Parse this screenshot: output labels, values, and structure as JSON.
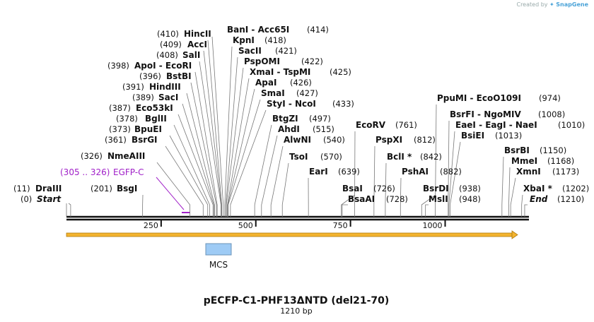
{
  "credit": {
    "prefix": "Created by",
    "brand": "SnapGene"
  },
  "map": {
    "title": "pECFP-C1-PHF13ΔNTD (del21-70)",
    "size_label": "1210 bp",
    "length": 1210,
    "ruler_ticks": [
      {
        "value": 250,
        "label": "250"
      },
      {
        "value": 500,
        "label": "500"
      },
      {
        "value": 750,
        "label": "750"
      },
      {
        "value": 1000,
        "label": "1000"
      }
    ],
    "features": [
      {
        "name": "EGFP-C",
        "range": "(305 .. 326)",
        "start": 305,
        "end": 326,
        "color": "#a020c8"
      },
      {
        "name": "MCS",
        "color": "#9ecbf5"
      },
      {
        "name": "orf-arrow",
        "start": 1,
        "end": 1190,
        "color": "#f3b42f"
      }
    ],
    "sites": [
      {
        "name": "DraIII",
        "pos": "(11)",
        "at": 11
      },
      {
        "name": "Start",
        "pos": "(0)",
        "at": 0,
        "italic": true
      },
      {
        "name": "BsgI",
        "pos": "(201)",
        "at": 201
      },
      {
        "name": "NmeAIII",
        "pos": "(326)",
        "at": 326
      },
      {
        "name": "BsrGI",
        "pos": "(361)",
        "at": 361
      },
      {
        "name": "BpuEI",
        "pos": "(373)",
        "at": 373
      },
      {
        "name": "BglII",
        "pos": "(378)",
        "at": 378
      },
      {
        "name": "Eco53kI",
        "pos": "(387)",
        "at": 387
      },
      {
        "name": "SacI",
        "pos": "(389)",
        "at": 389
      },
      {
        "name": "HindIII",
        "pos": "(391)",
        "at": 391
      },
      {
        "name": "BstBI",
        "pos": "(396)",
        "at": 396
      },
      {
        "name": "ApoI - EcoRI",
        "pos": "(398)",
        "at": 398
      },
      {
        "name": "SalI",
        "pos": "(408)",
        "at": 408
      },
      {
        "name": "AccI",
        "pos": "(409)",
        "at": 409
      },
      {
        "name": "HincII",
        "pos": "(410)",
        "at": 410
      },
      {
        "name": "BanI - Acc65I",
        "pos": "(414)",
        "at": 414
      },
      {
        "name": "KpnI",
        "pos": "(418)",
        "at": 418
      },
      {
        "name": "SacII",
        "pos": "(421)",
        "at": 421
      },
      {
        "name": "PspOMI",
        "pos": "(422)",
        "at": 422
      },
      {
        "name": "XmaI - TspMI",
        "pos": "(425)",
        "at": 425
      },
      {
        "name": "ApaI",
        "pos": "(426)",
        "at": 426
      },
      {
        "name": "SmaI",
        "pos": "(427)",
        "at": 427
      },
      {
        "name": "StyI - NcoI",
        "pos": "(433)",
        "at": 433
      },
      {
        "name": "BtgZI",
        "pos": "(497)",
        "at": 497
      },
      {
        "name": "AhdI",
        "pos": "(515)",
        "at": 515
      },
      {
        "name": "AlwNI",
        "pos": "(540)",
        "at": 540
      },
      {
        "name": "TsoI",
        "pos": "(570)",
        "at": 570
      },
      {
        "name": "EarI",
        "pos": "(639)",
        "at": 639
      },
      {
        "name": "BsaI",
        "pos": "(726)",
        "at": 726
      },
      {
        "name": "BsaAI",
        "pos": "(728)",
        "at": 728
      },
      {
        "name": "EcoRV",
        "pos": "(761)",
        "at": 761
      },
      {
        "name": "PspXI",
        "pos": "(812)",
        "at": 812
      },
      {
        "name": "BclI *",
        "pos": "(842)",
        "at": 842
      },
      {
        "name": "PshAI",
        "pos": "(882)",
        "at": 882
      },
      {
        "name": "BsrDI",
        "pos": "(938)",
        "at": 938
      },
      {
        "name": "MslI",
        "pos": "(948)",
        "at": 948
      },
      {
        "name": "PpuMI - EcoO109I",
        "pos": "(974)",
        "at": 974
      },
      {
        "name": "BsrFI - NgoMIV",
        "pos": "(1008)",
        "at": 1008
      },
      {
        "name": "EaeI - EagI - NaeI",
        "pos": "(1010)",
        "at": 1010
      },
      {
        "name": "BsiEI",
        "pos": "(1013)",
        "at": 1013
      },
      {
        "name": "BsrBI",
        "pos": "(1150)",
        "at": 1150
      },
      {
        "name": "MmeI",
        "pos": "(1168)",
        "at": 1168
      },
      {
        "name": "XmnI",
        "pos": "(1173)",
        "at": 1173
      },
      {
        "name": "XbaI *",
        "pos": "(1202)",
        "at": 1202
      },
      {
        "name": "End",
        "pos": "(1210)",
        "at": 1210,
        "italic": true
      }
    ]
  }
}
